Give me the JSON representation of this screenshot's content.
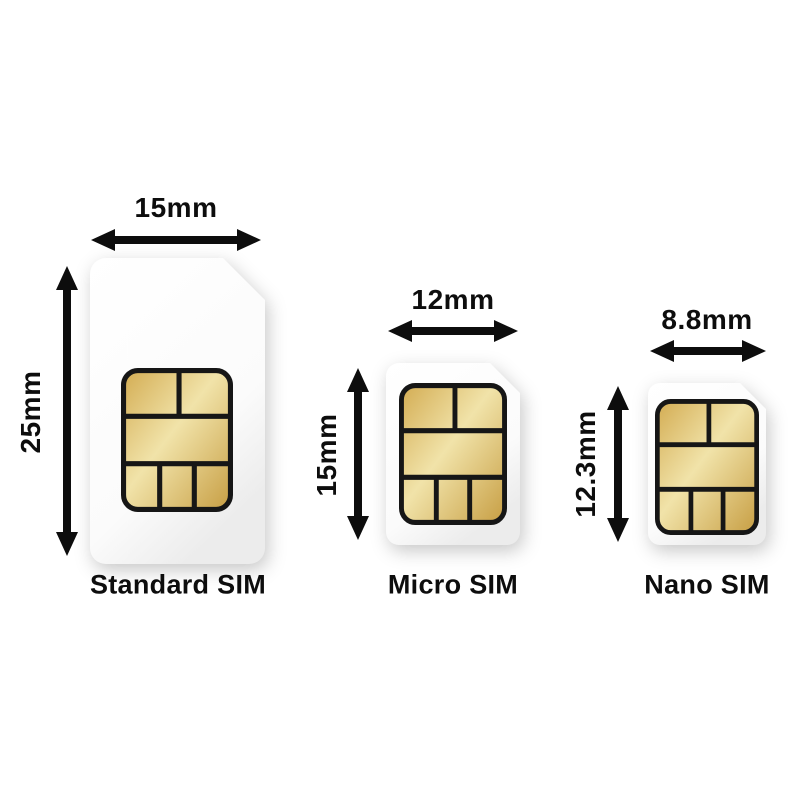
{
  "diagram": {
    "subject": "SIM card size comparison"
  },
  "cards": [
    {
      "name": "Standard SIM",
      "width": "15mm",
      "height": "25mm"
    },
    {
      "name": "Micro SIM",
      "width": "12mm",
      "height": "15mm"
    },
    {
      "name": "Nano SIM",
      "width": "8.8mm",
      "height": "12.3mm"
    }
  ],
  "colors": {
    "arrow": "#0d0d0d",
    "text": "#0d0d0d",
    "card_white": "#ffffff",
    "card_shade": "#ededed",
    "gold_dark": "#c79e43",
    "gold_light": "#f1e3a9",
    "chip_line": "#161616"
  }
}
